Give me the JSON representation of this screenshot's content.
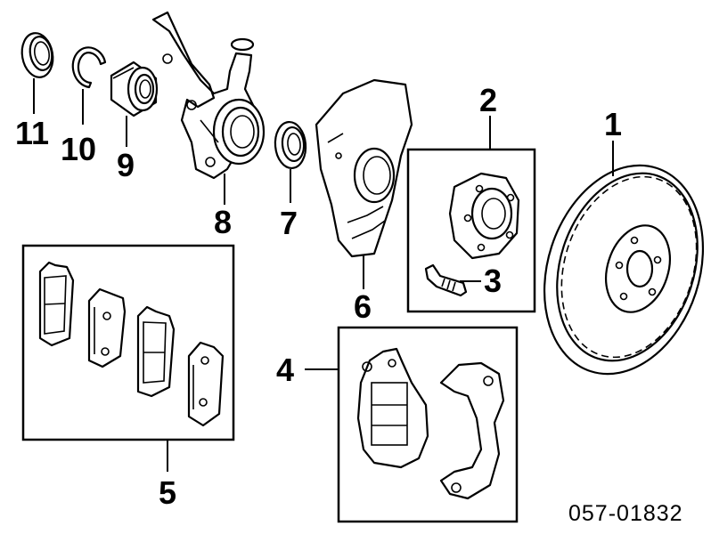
{
  "diagram": {
    "callouts": [
      "1",
      "2",
      "3",
      "4",
      "5",
      "6",
      "7",
      "8",
      "9",
      "10",
      "11"
    ],
    "reference_code": "057-01832"
  }
}
